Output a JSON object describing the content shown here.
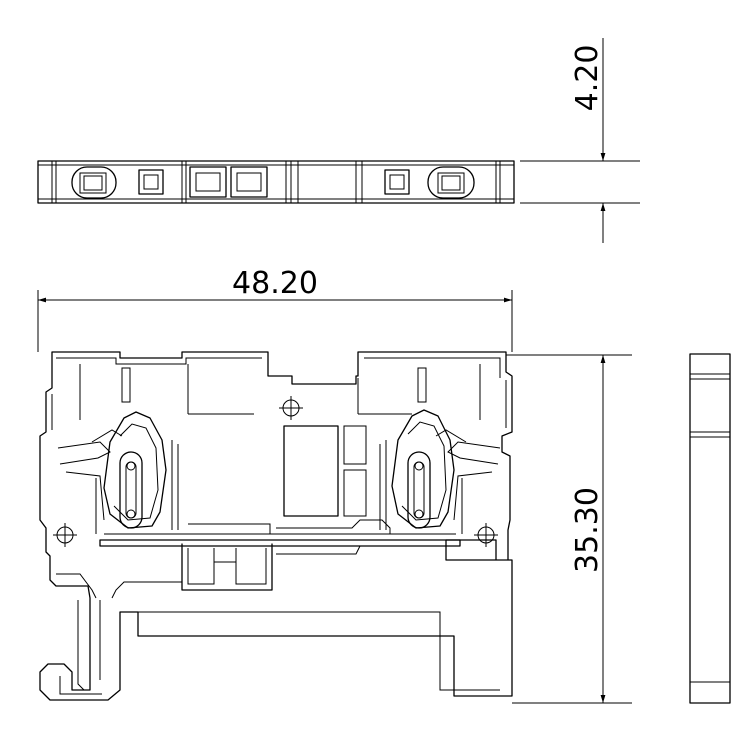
{
  "drawing": {
    "dimensions": {
      "width": "48.20",
      "height": "35.30",
      "thickness": "4.20"
    }
  }
}
